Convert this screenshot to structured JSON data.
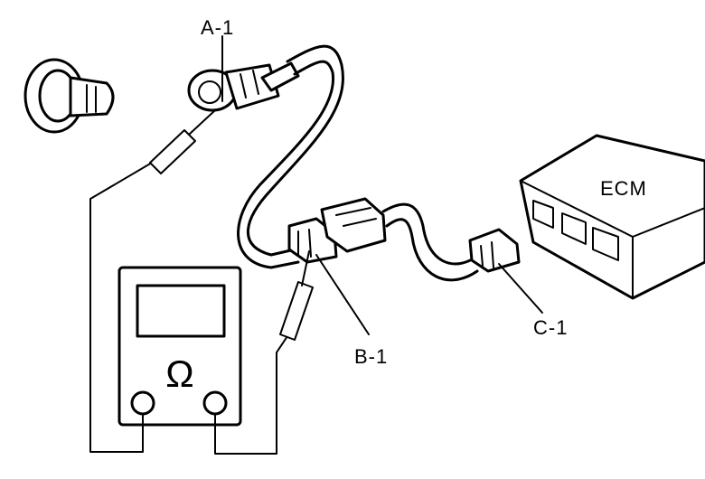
{
  "labels": {
    "a1": "A-1",
    "b1": "B-1",
    "c1": "C-1",
    "ecm": "ECM"
  },
  "meter": {
    "symbol": "Ω",
    "icon": "ohmmeter-icon"
  }
}
